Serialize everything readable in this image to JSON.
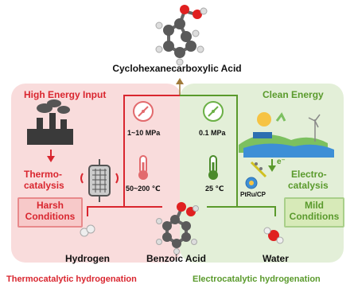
{
  "title": "Cyclohexanecarboxylic Acid",
  "left": {
    "heading": "High Energy Input",
    "process_line1": "Thermo-",
    "process_line2": "catalysis",
    "condition_line1": "Harsh",
    "condition_line2": "Conditions",
    "pressure": "1~10 MPa",
    "temperature": "50~200 ℃",
    "reactant": "Hydrogen",
    "caption": "Thermocatalytic hydrogenation"
  },
  "right": {
    "heading": "Clean Energy",
    "process_line1": "Electro-",
    "process_line2": "catalysis",
    "condition_line1": "Mild",
    "condition_line2": "Conditions",
    "pressure": "0.1 MPa",
    "temperature": "25 ℃",
    "catalyst": "PtRu/CP",
    "electron": "e⁻",
    "reactant": "Water",
    "caption": "Electrocatalytic hydrogenation"
  },
  "center": {
    "reactant": "Benzoic Acid"
  },
  "colors": {
    "red": "#d9262f",
    "green": "#5a9a2c",
    "panel_red": "#f9dcdc",
    "panel_green": "#e3efd8"
  }
}
